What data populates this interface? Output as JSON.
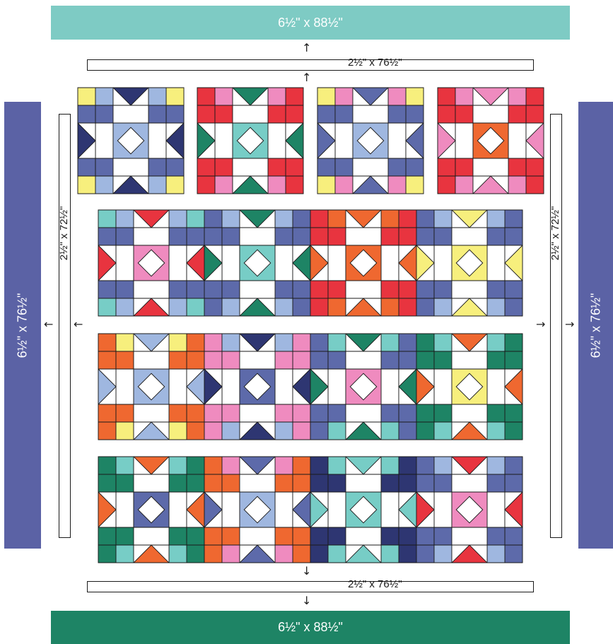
{
  "borders": {
    "top_outer": "6½\" x 88½\"",
    "bottom_outer": "6½\" x 88½\"",
    "left_outer": "6½\" x 76½\"",
    "right_outer": "6½\" x 76½\"",
    "top_sashing": "2½\" x 76½\"",
    "bottom_sashing": "2½\" x 76½\"",
    "left_sashing": "2½\" x 72½\"",
    "right_sashing": "2½\" x 72½\""
  },
  "colors": {
    "teal_border": "#7ecbc4",
    "dark_green_border": "#1e8465",
    "navy_border": "#5b62a5",
    "outline": "#1a1a1a"
  },
  "icons": {
    "arrow_up": "↑",
    "arrow_down": "↓",
    "arrow_left": "←",
    "arrow_right": "→"
  },
  "blocks": {
    "top_row": [
      {
        "corner": "#f7ef7d",
        "light": "#9fb7e0",
        "main": "#5d6aaa",
        "center": "#9fb7e0",
        "point": "#2e3672"
      },
      {
        "corner": "#e8343f",
        "light": "#ef8bbf",
        "main": "#e8343f",
        "center": "#77cdc6",
        "point": "#1e8465"
      },
      {
        "corner": "#f7ef7d",
        "light": "#ef8bbf",
        "main": "#5d6aaa",
        "center": "#9fb7e0",
        "point": "#5d6aaa"
      },
      {
        "corner": "#e8343f",
        "light": "#ef8bbf",
        "main": "#e8343f",
        "center": "#ef6830",
        "point": "#ef8bbf"
      }
    ],
    "row_1": [
      {
        "corner": "#77cdc6",
        "light": "#9fb7e0",
        "main": "#5d6aaa",
        "center": "#ef8bbf",
        "point": "#e8343f"
      },
      {
        "corner": "#5d6aaa",
        "light": "#9fb7e0",
        "main": "#5d6aaa",
        "center": "#77cdc6",
        "point": "#1e8465"
      },
      {
        "corner": "#e8343f",
        "light": "#ef6830",
        "main": "#e8343f",
        "center": "#ef6830",
        "point": "#ef6830"
      },
      {
        "corner": "#5d6aaa",
        "light": "#9fb7e0",
        "main": "#5d6aaa",
        "center": "#f7ef7d",
        "point": "#f7ef7d"
      }
    ],
    "row_2": [
      {
        "corner": "#ef6830",
        "light": "#f7ef7d",
        "main": "#ef6830",
        "center": "#9fb7e0",
        "point": "#9fb7e0"
      },
      {
        "corner": "#ef8bbf",
        "light": "#9fb7e0",
        "main": "#ef8bbf",
        "center": "#5d6aaa",
        "point": "#2e3672"
      },
      {
        "corner": "#5d6aaa",
        "light": "#77cdc6",
        "main": "#5d6aaa",
        "center": "#ef8bbf",
        "point": "#1e8465"
      },
      {
        "corner": "#1e8465",
        "light": "#77cdc6",
        "main": "#1e8465",
        "center": "#f7ef7d",
        "point": "#ef6830"
      }
    ],
    "row_3": [
      {
        "corner": "#1e8465",
        "light": "#77cdc6",
        "main": "#1e8465",
        "center": "#5d6aaa",
        "point": "#ef6830"
      },
      {
        "corner": "#ef6830",
        "light": "#ef8bbf",
        "main": "#ef6830",
        "center": "#9fb7e0",
        "point": "#5d6aaa"
      },
      {
        "corner": "#2e3672",
        "light": "#77cdc6",
        "main": "#2e3672",
        "center": "#77cdc6",
        "point": "#77cdc6"
      },
      {
        "corner": "#5d6aaa",
        "light": "#9fb7e0",
        "main": "#5d6aaa",
        "center": "#ef8bbf",
        "point": "#e8343f"
      }
    ]
  }
}
